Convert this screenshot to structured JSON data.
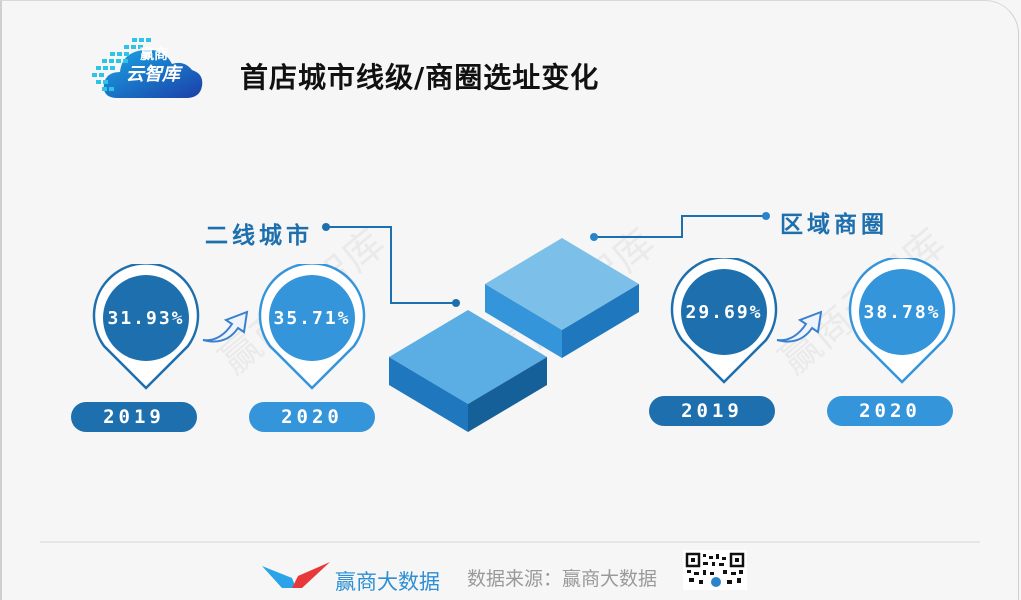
{
  "header": {
    "logo": {
      "line1": "赢商",
      "line2": "云智库",
      "icon": "cloud-pixel-logo-icon"
    },
    "title": "首店城市线级/商圈选址变化"
  },
  "sections": [
    {
      "label": "二线城市",
      "items": [
        {
          "year": "2019",
          "value": "31.93%",
          "color": "#1e6fae"
        },
        {
          "year": "2020",
          "value": "35.71%",
          "color": "#3595db"
        }
      ],
      "trend_icon": "up-arrow-icon"
    },
    {
      "label": "区域商圈",
      "items": [
        {
          "year": "2019",
          "value": "29.69%",
          "color": "#1e6fae"
        },
        {
          "year": "2020",
          "value": "38.78%",
          "color": "#3595db"
        }
      ],
      "trend_icon": "up-arrow-icon"
    }
  ],
  "colors": {
    "dark_blue": "#1e6fae",
    "light_blue": "#3595db",
    "cube_top": "#63b1e5",
    "cube_side": "#1f78bd",
    "cube_side_dark": "#16609a",
    "line": "#1e6fae"
  },
  "watermark": "赢商云智库",
  "footer": {
    "brand": "赢商大数据",
    "source": "数据来源：赢商大数据",
    "brand_icon": "winshang-logo-icon",
    "qr_icon": "qr-code-icon"
  }
}
